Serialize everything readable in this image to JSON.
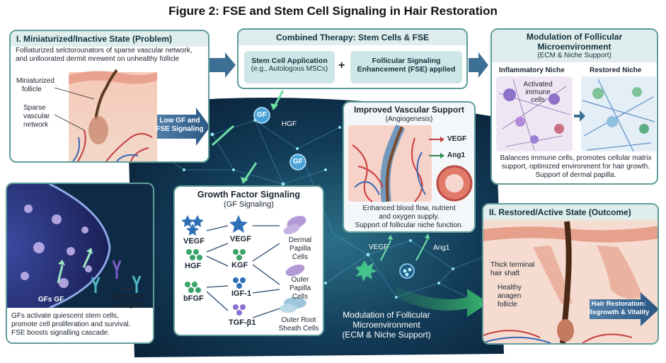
{
  "title": "Figure 2: FSE and Stem Cell Signaling in Hair Restoration",
  "panel1": {
    "header": "I. Miniaturized/Inactive State (Problem)",
    "desc_line1": "Folliaturized selctorounators of sparse vascular network,",
    "desc_line2": "and unlloorated dermit mrewent on unhealthy follicle",
    "label_follicle_1": "Miniaturized",
    "label_follicle_2": "follicle",
    "label_vascular_1": "Sparse",
    "label_vascular_2": "vascular",
    "label_vascular_3": "network",
    "arrow_line1": "Low GF and",
    "arrow_line2": "FSE Signaling"
  },
  "therapy": {
    "header": "Combined Therapy: Stem Cells & FSE",
    "stem_title": "Stem Cell Application",
    "stem_sub": "(e.g., Autologous MSCs)",
    "plus": "+",
    "fse_line1": "Follicular Signaling",
    "fse_line2": "Enhancement (FSE) applied"
  },
  "modulation": {
    "header_line1": "Modulation of Follicular",
    "header_line2": "Microenvironment",
    "header_sub": "(ECM & Niche Support)",
    "inflammatory": "Inflammatory Niche",
    "restored": "Restored Niche",
    "activated_1": "Activated",
    "activated_2": "immune",
    "activated_3": "cells",
    "desc_line1": "Balances immune cells, promotes cellular matrix",
    "desc_line2": "support, optimized environment for hair growth.",
    "desc_line3": "Support of dermal papilla."
  },
  "vascular": {
    "header": "Improved Vascular Support",
    "sub": "(Angiogenesis)",
    "vegf": "VEGF",
    "ang1": "Ang1",
    "desc_line1": "Enhanced blood flow, nutrient",
    "desc_line2": "and oxygen supply.",
    "desc_line3": "Support of follicular niche function."
  },
  "network": {
    "gf_top": "GF",
    "hgf": "HGF",
    "gf_right": "GF",
    "vegf": "VEGF",
    "ang1": "Ang1",
    "mod_line1": "Modulation of Follicular",
    "mod_line2": "Microenvironment",
    "mod_line3": "(ECM & Niche Support)"
  },
  "stemcell": {
    "gfs_label": "GFs GF",
    "receptor_1": "Molecular",
    "receptor_2": "receptor",
    "desc_line1": "GFs activate quiescent stem cells,",
    "desc_line2": "promote cell proliferation and survival.",
    "desc_line3": "FSE boosts signalling cascade."
  },
  "gfsig": {
    "header": "Growth Factor Signaling",
    "sub": "(GF Signaling)",
    "left": [
      "VEGF",
      "HGF",
      "bFGF"
    ],
    "mid": [
      "VEGF",
      "KGF",
      "IGF-1",
      "TGF-β1"
    ],
    "targets": [
      [
        "Dermal",
        "Papilla",
        "Cells"
      ],
      [
        "Outer",
        "Papilla",
        "Cells"
      ],
      [
        "Outer Root",
        "Sheath Cells"
      ]
    ]
  },
  "restored": {
    "header": "II. Restored/Active State (Outcome)",
    "thick_1": "Thick terminal",
    "thick_2": "hair shaft",
    "healthy_1": "Healthy",
    "healthy_2": "anagen",
    "healthy_3": "follicle",
    "arrow_line1": "Hair Restoration:",
    "arrow_line2": "Regrowth & Vitality"
  }
}
